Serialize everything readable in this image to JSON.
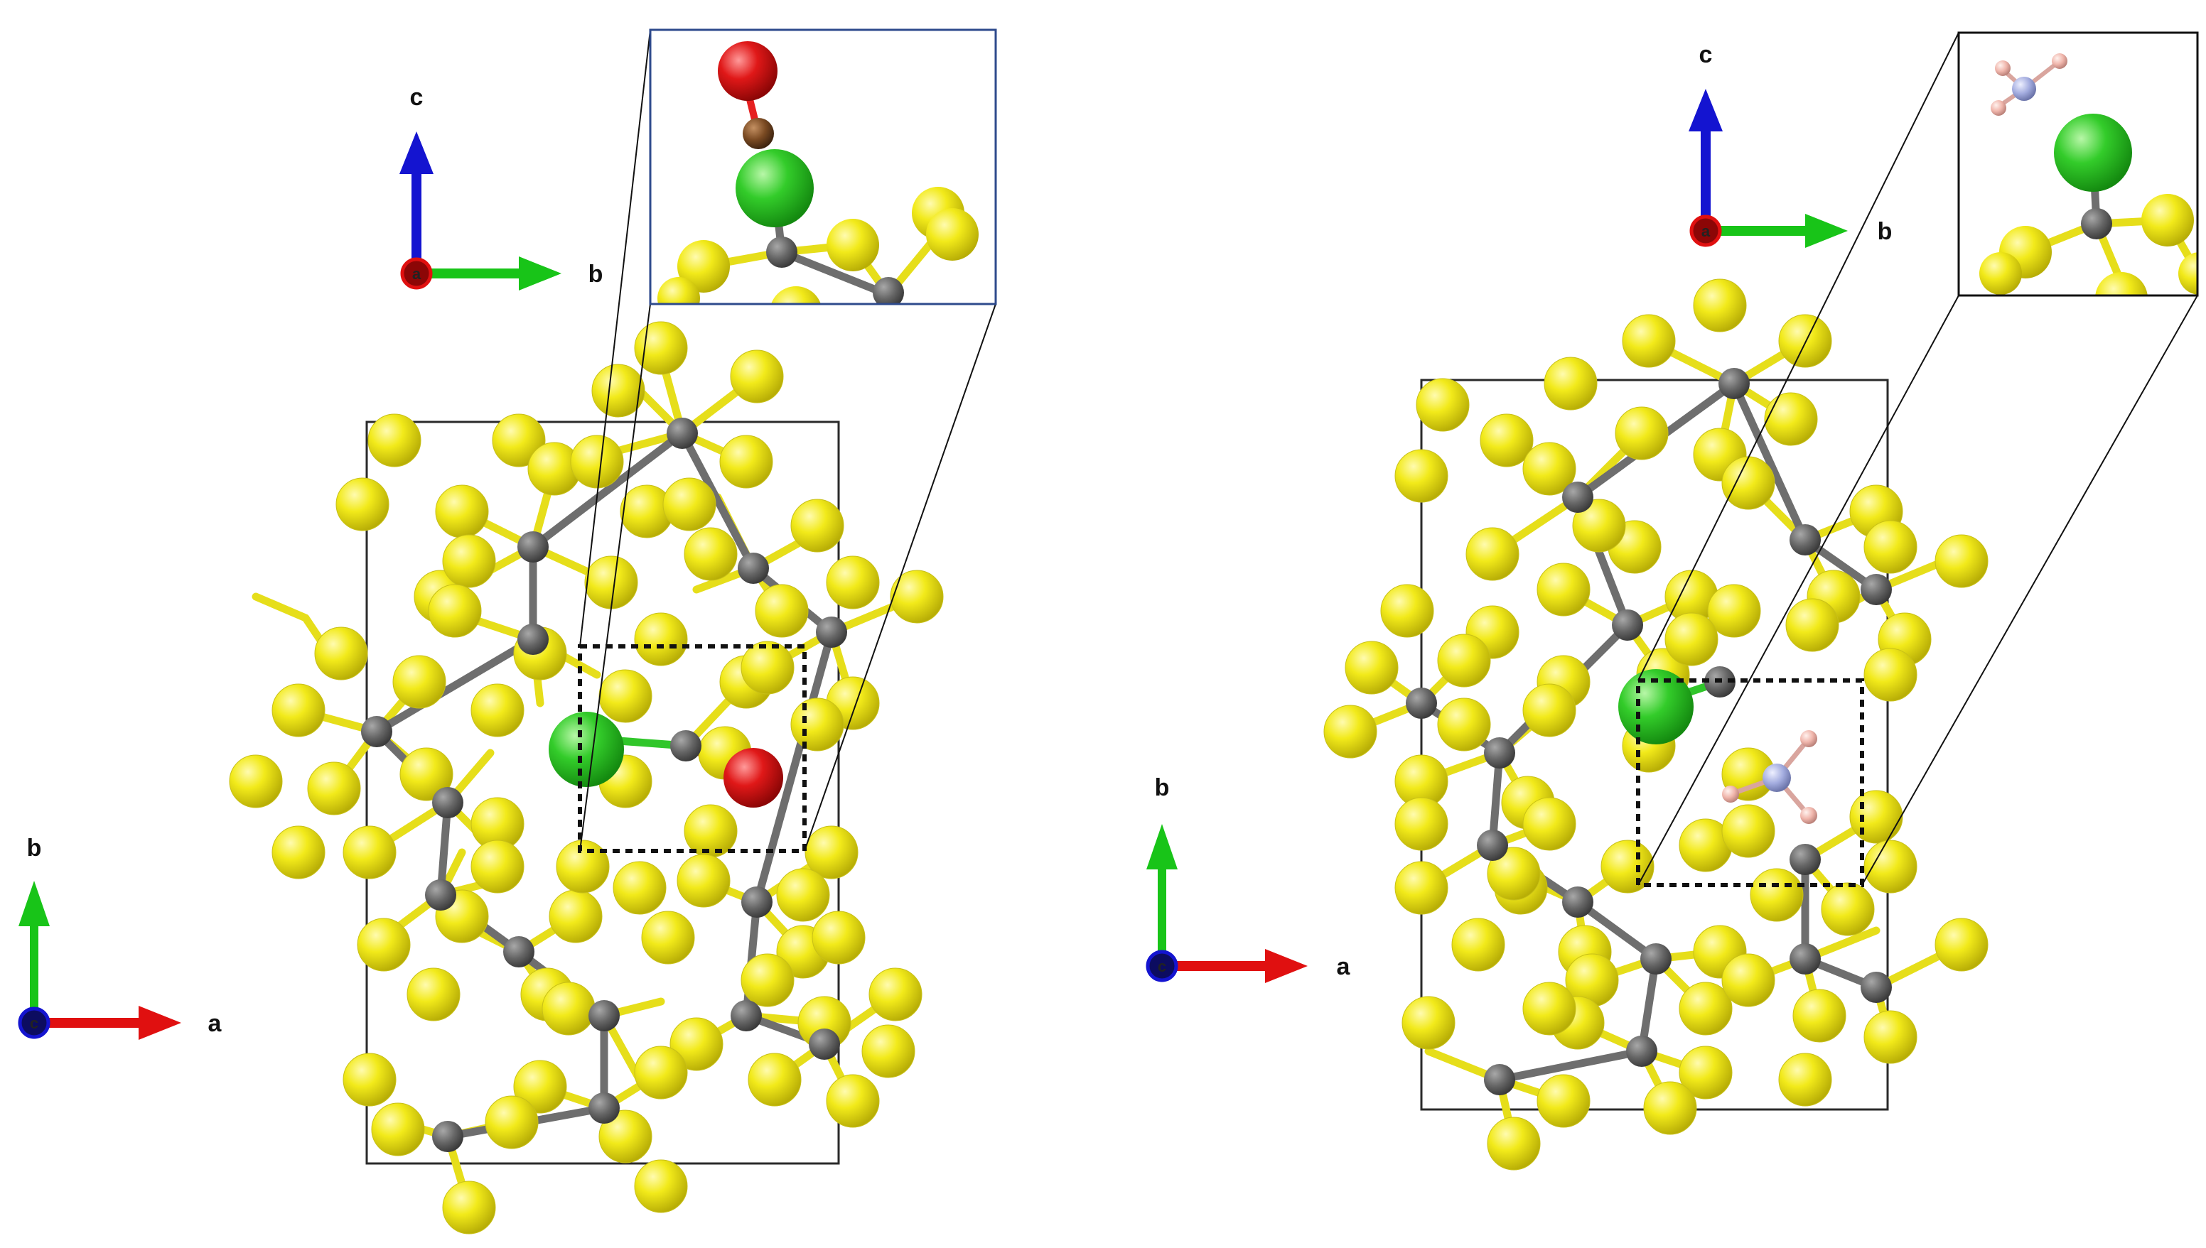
{
  "panels": [
    {
      "id": "left",
      "adsorbate": "CO",
      "inset_border_color": "#2e4a8c",
      "main_axes": {
        "horizontal": "a",
        "vertical": "b",
        "out_of_plane": "c"
      },
      "inset_axes": {
        "horizontal": "b",
        "vertical": "c",
        "out_of_plane": "a"
      }
    },
    {
      "id": "right",
      "adsorbate": "NH3",
      "inset_border_color": "#111111",
      "main_axes": {
        "horizontal": "a",
        "vertical": "b",
        "out_of_plane": "c"
      },
      "inset_axes": {
        "horizontal": "b",
        "vertical": "c",
        "out_of_plane": "a"
      }
    }
  ],
  "colors": {
    "sulfur": "#f2ea1a",
    "carbon_framework": "#6b6b6b",
    "dopant": "#2fc92f",
    "oxygen": "#e01818",
    "adsorbate_carbon": "#7a4a22",
    "nitrogen": "#a9b3e6",
    "hydrogen": "#f2b8b0",
    "axis_a": "#e01010",
    "axis_b": "#18c418",
    "axis_c": "#1414d0"
  }
}
